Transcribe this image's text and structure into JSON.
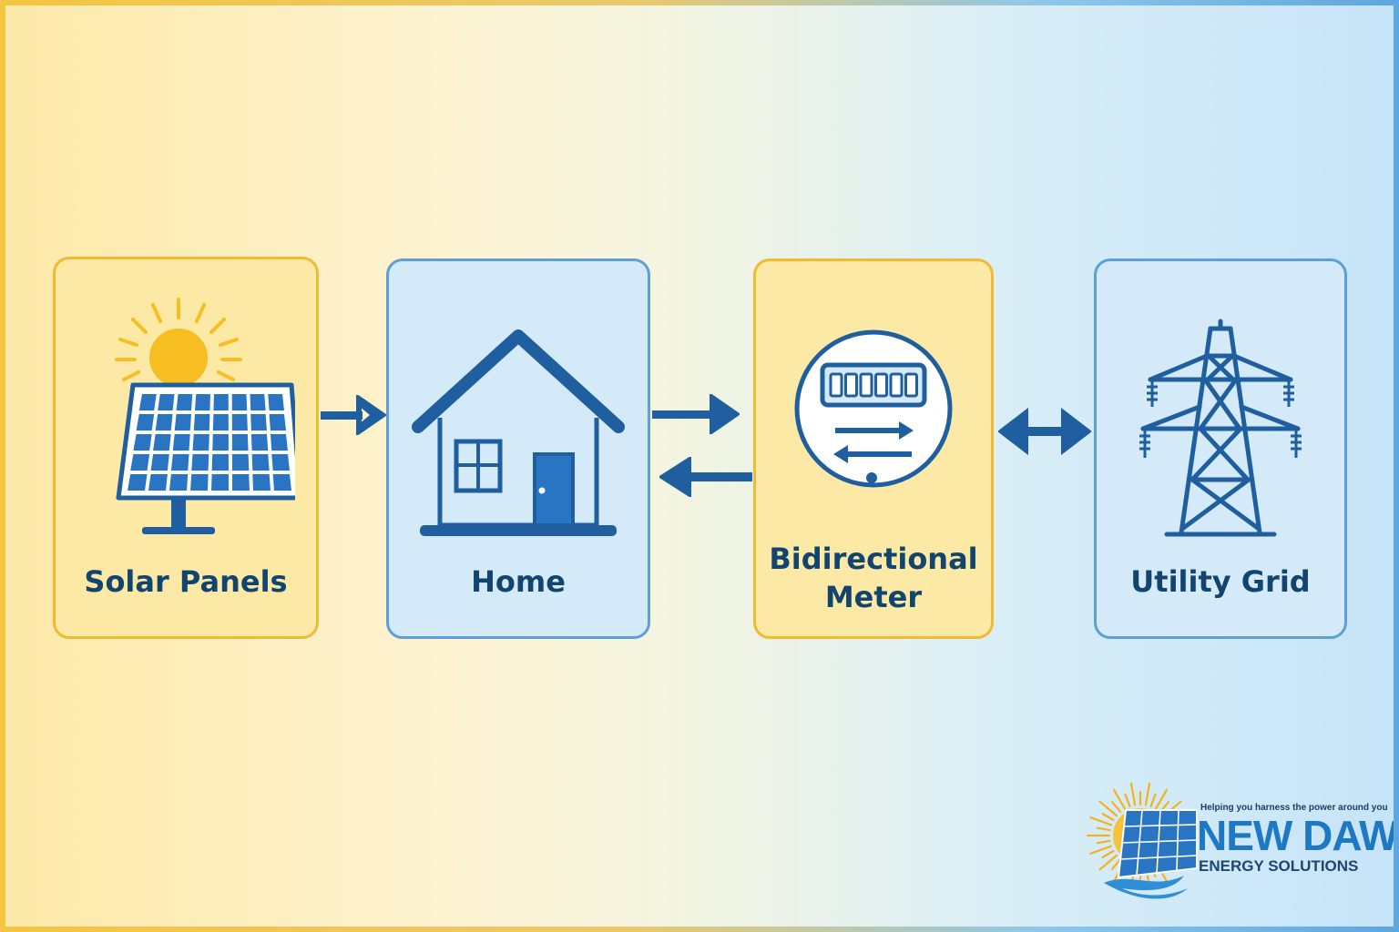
{
  "nodes": {
    "solar": {
      "label": "Solar Panels",
      "icon": "solar-panel-icon"
    },
    "home": {
      "label": "Home",
      "icon": "house-icon"
    },
    "meter": {
      "label": "Bidirectional\nMeter",
      "icon": "meter-icon"
    },
    "grid": {
      "label": "Utility Grid",
      "icon": "transmission-tower-icon"
    }
  },
  "colors": {
    "card_yellow": "#fde9a6",
    "card_yellow_border": "#f0bb33",
    "card_blue": "#d4eaf9",
    "card_blue_border": "#5d9fd6",
    "icon_blue": "#1f5f9f",
    "panel_fill": "#2a75c3",
    "sun": "#f6be21",
    "text_dark": "#11446f"
  },
  "logo": {
    "tagline": "Helping you harness the power around you",
    "brand": "NEW DAWN",
    "subtitle": "ENERGY SOLUTIONS"
  }
}
